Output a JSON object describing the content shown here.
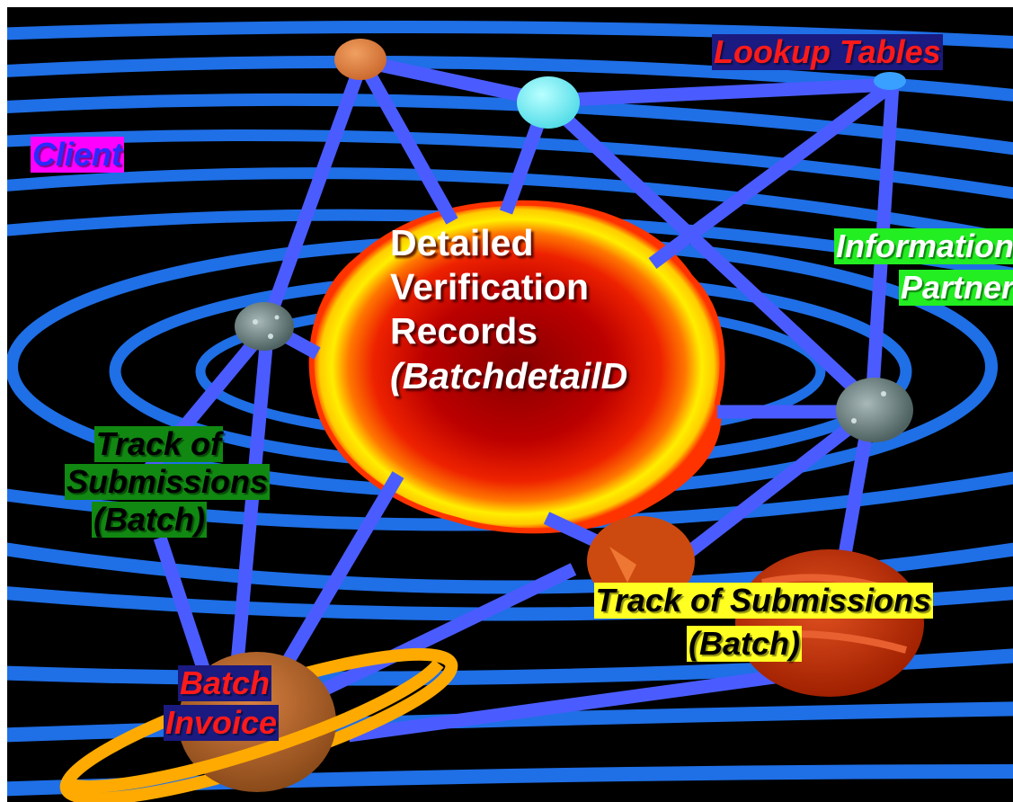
{
  "labels": {
    "lookup_tables": "Lookup Tables",
    "client": "Client",
    "central": [
      "Detailed",
      "Verification",
      "Records",
      "(BatchdetailD"
    ],
    "information_partner": [
      "Information",
      "Partner"
    ],
    "track_left": [
      "Track of",
      "Submissions",
      "(Batch)"
    ],
    "track_right": [
      "Track of Submissions",
      "(Batch)"
    ],
    "batch_invoice": [
      "Batch",
      "Invoice"
    ]
  },
  "colors": {
    "background": "#000000",
    "orbit": "#1f6fe6",
    "connector": "#4a5cff",
    "sun_outer": "#ff3300",
    "sun_mid": "#ffee00",
    "sun_core": "#aa0000"
  },
  "icons": {
    "planets": [
      "orange-planet-icon",
      "cyan-planet-icon",
      "small-blue-planet-icon",
      "grey-moon-icon",
      "grey-moon-icon",
      "orange-planet-icon",
      "red-planet-icon",
      "ringed-planet-icon"
    ],
    "sun": "sun-icon"
  }
}
